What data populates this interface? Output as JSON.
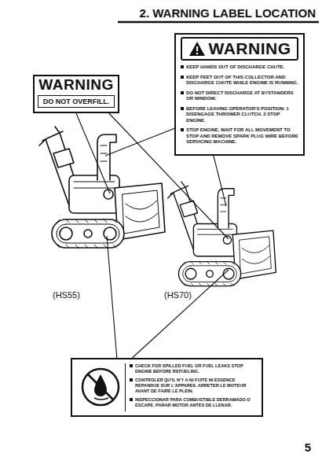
{
  "diagram": {
    "title": "2. WARNING LABEL LOCATION",
    "nodes": [
      {
        "text": [
          "WARNING",
          "DO NOT OVERFILL."
        ]
      },
      {
        "text": [
          "WARNING",
          "KEEP HANDS OUT OF DISCHARGE CHUTE.",
          "KEEP FEET OUT OF THIS COLLECTOR AND DISCHARGE CHUTE WHILE ENGINE IS RUNNING.",
          "DO NOT DIRECT DISCHARGE AT BYSTANDERS OR WINDOW.",
          "BEFORE LEAVING OPERATOR'S POSITION: 1 DISENGAGE THROWER CLUTCH. 2 STOP ENGINE.",
          "STOP ENGINE, WAIT FOR ALL MOVEMENT TO STOP AND REMOVE SPARK PLUG WIRE BEFORE SERVICING MACHINE."
        ]
      },
      {
        "text": [
          "(HS55)"
        ]
      },
      {
        "text": [
          "(HS70)"
        ]
      },
      {
        "text": [
          "CHECK FOR SPILLED FUEL OR FUEL LEAKS STOP ENGINE BEFORE REFUELING.",
          "CONTROLER QU'IL N'Y A NI FUITE NI ESSENCE REPANDUE SUR L'APPAREIL ARRETER LE MOTEUR AVANT DE FAIRE LE PLEIN.",
          "INSPECCIONAR PARA COMBUSTIBLE DERRAMADO O ESCAPE. PARAR MOTOR ANTES DE LLENAR."
        ]
      }
    ],
    "edges": [
      {
        "from": 0,
        "to": 2,
        "arrow": "none"
      },
      {
        "from": 0,
        "to": 3,
        "arrow": "none"
      },
      {
        "from": 1,
        "to": 2,
        "arrow": "none"
      },
      {
        "from": 1,
        "to": 3,
        "arrow": "none"
      },
      {
        "from": 4,
        "to": 2,
        "arrow": "none"
      },
      {
        "from": 4,
        "to": 3,
        "arrow": "none"
      }
    ],
    "labels": [
      "5"
    ]
  }
}
